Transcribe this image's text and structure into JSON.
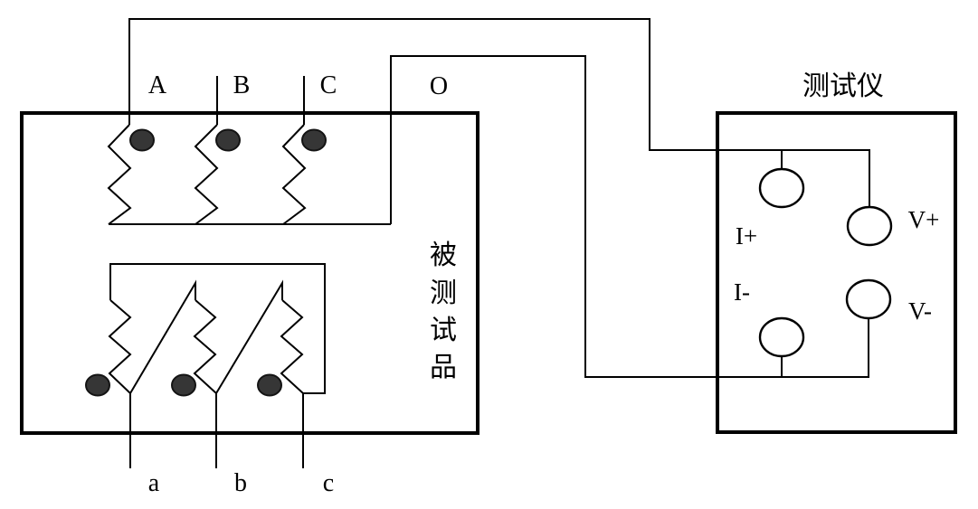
{
  "colors": {
    "background": "#ffffff",
    "line": "#000000",
    "dot_fill": "#363636",
    "terminal_fill": "#ffffff"
  },
  "device_box": {
    "label": "被测试品",
    "label_chars": [
      "被",
      "测",
      "试",
      "品"
    ],
    "upper_terminals": {
      "A": "A",
      "B": "B",
      "C": "C",
      "O": "O"
    },
    "lower_terminals": {
      "a": "a",
      "b": "b",
      "c": "c"
    }
  },
  "tester_box": {
    "title": "测试仪",
    "terminals": {
      "i_plus": "I+",
      "v_plus": "V+",
      "i_minus": "I-",
      "v_minus": "V-"
    }
  }
}
